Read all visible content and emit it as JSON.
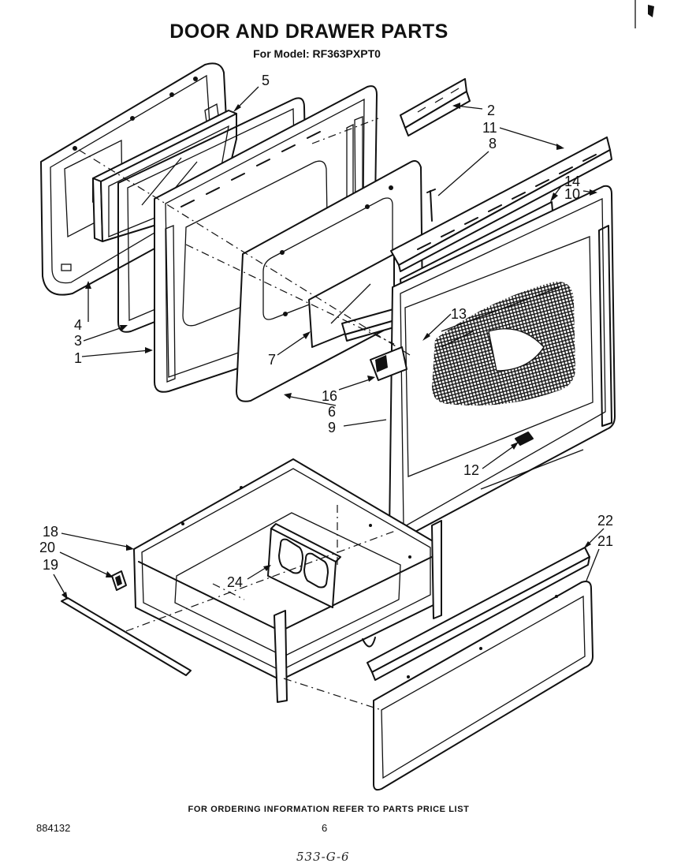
{
  "header": {
    "title": "DOOR AND DRAWER PARTS",
    "subtitle": "For Model: RF363PXPT0"
  },
  "callouts": {
    "c1": "1",
    "c2": "2",
    "c3": "3",
    "c4": "4",
    "c5": "5",
    "c6": "6",
    "c7": "7",
    "c8": "8",
    "c9": "9",
    "c10": "10",
    "c11": "11",
    "c12": "12",
    "c13": "13",
    "c14": "14",
    "c16": "16",
    "c18": "18",
    "c19": "19",
    "c20": "20",
    "c21": "21",
    "c22": "22",
    "c24": "24"
  },
  "footer": {
    "note": "FOR ORDERING INFORMATION REFER TO PARTS PRICE LIST",
    "doc_number": "884132",
    "page_number": "6",
    "handwritten": "533-G-6"
  }
}
